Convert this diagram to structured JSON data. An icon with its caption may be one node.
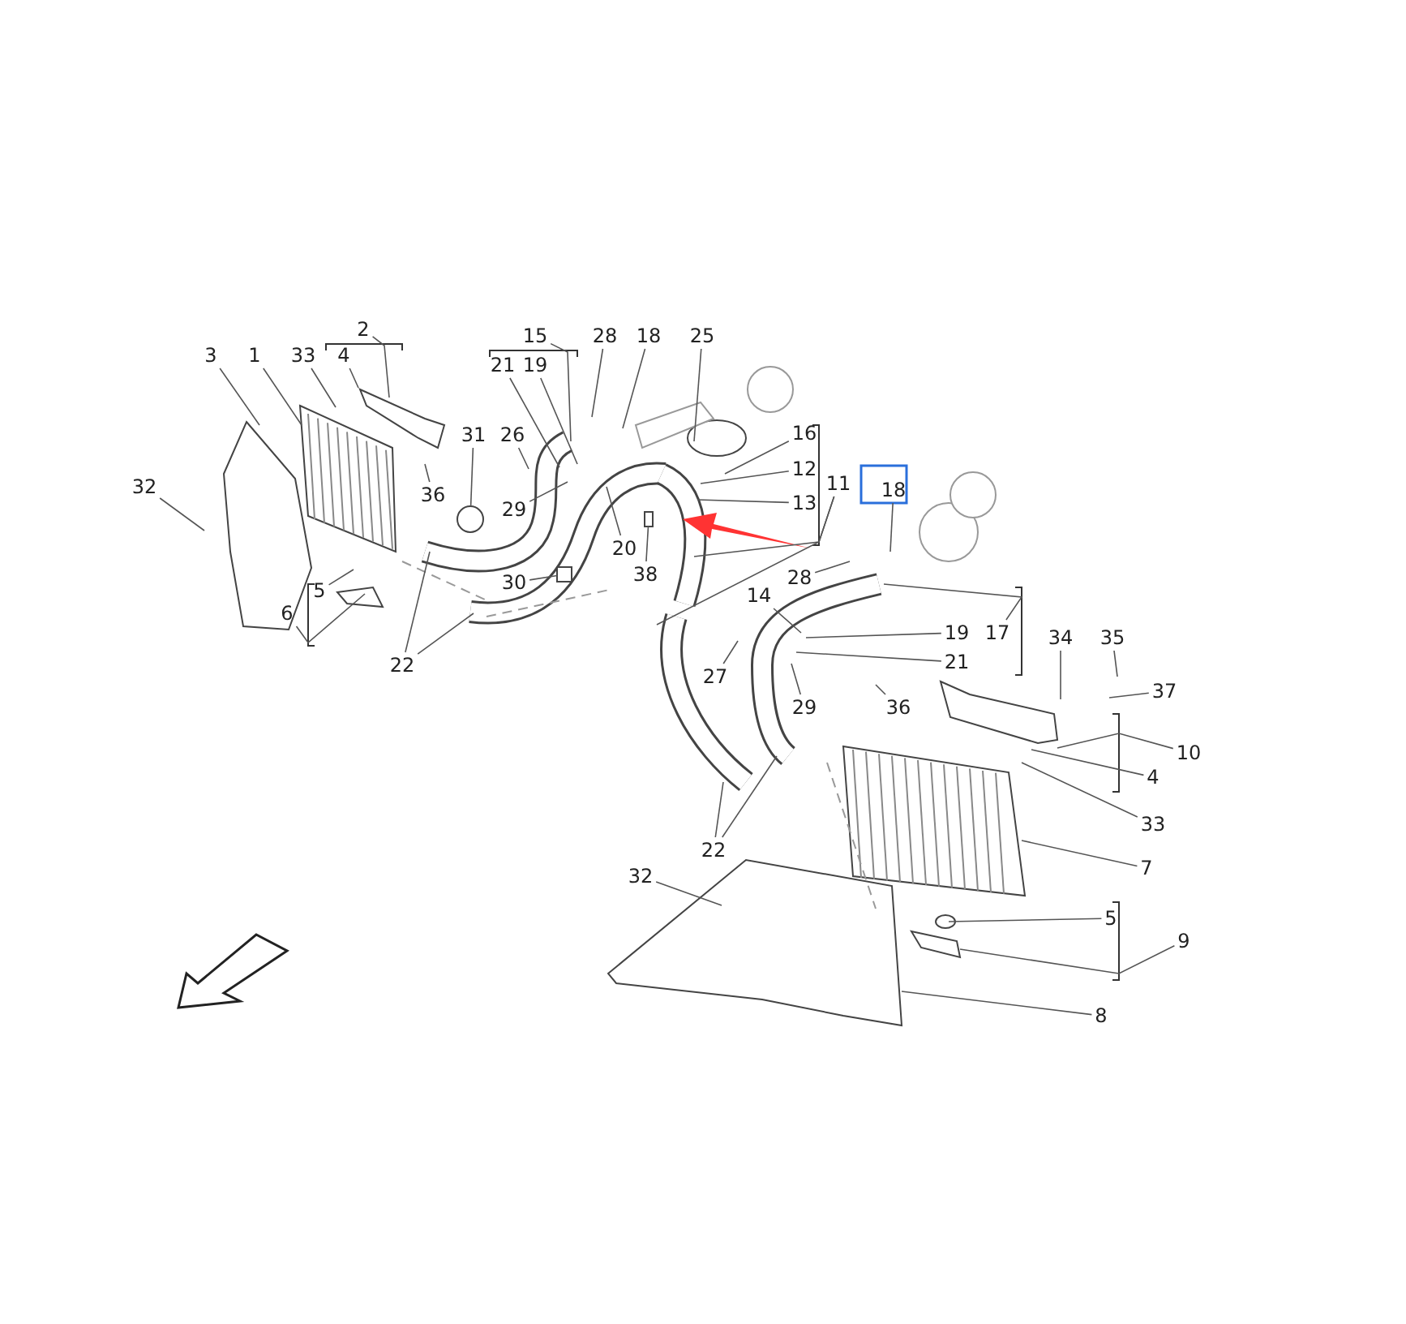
{
  "diagram": {
    "nodes": [
      {
        "text": [
          "3"
        ]
      },
      {
        "text": [
          "1"
        ]
      },
      {
        "text": [
          "33"
        ]
      },
      {
        "text": [
          "4"
        ]
      },
      {
        "text": [
          "21"
        ]
      },
      {
        "text": [
          "19"
        ]
      },
      {
        "text": [
          "28"
        ]
      },
      {
        "text": [
          "18"
        ]
      },
      {
        "text": [
          "25"
        ]
      },
      {
        "text": [
          "16"
        ]
      },
      {
        "text": [
          "31"
        ]
      },
      {
        "text": [
          "26"
        ]
      },
      {
        "text": [
          "12"
        ]
      },
      {
        "text": [
          "32"
        ]
      },
      {
        "text": [
          "18"
        ]
      },
      {
        "text": [
          "36"
        ]
      },
      {
        "text": [
          "13"
        ]
      },
      {
        "text": [
          "29"
        ]
      },
      {
        "text": [
          "20"
        ]
      },
      {
        "text": [
          "38"
        ]
      },
      {
        "text": [
          "28"
        ]
      },
      {
        "text": [
          "30"
        ]
      },
      {
        "text": [
          "5"
        ]
      },
      {
        "text": [
          "14"
        ]
      },
      {
        "text": [
          "19"
        ]
      },
      {
        "text": [
          "34"
        ]
      },
      {
        "text": [
          "35"
        ]
      },
      {
        "text": [
          "22"
        ]
      },
      {
        "text": [
          "21"
        ]
      },
      {
        "text": [
          "27"
        ]
      },
      {
        "text": [
          "37"
        ]
      },
      {
        "text": [
          "29"
        ]
      },
      {
        "text": [
          "36"
        ]
      },
      {
        "text": [
          "4"
        ]
      },
      {
        "text": [
          "33"
        ]
      },
      {
        "text": [
          "22"
        ]
      },
      {
        "text": [
          "7"
        ]
      },
      {
        "text": [
          "32"
        ]
      },
      {
        "text": [
          "5"
        ]
      },
      {
        "text": [
          "8"
        ]
      },
      {
        "text": [
          "2"
        ]
      },
      {
        "text": [
          "15"
        ]
      },
      {
        "text": [
          "11"
        ]
      },
      {
        "text": [
          "6"
        ]
      },
      {
        "text": [
          "17"
        ]
      },
      {
        "text": [
          "10"
        ]
      },
      {
        "text": [
          "9"
        ]
      },
      {
        "text": [],
        "shape": "circle"
      },
      {
        "text": [],
        "shape": "box"
      },
      {
        "text": [],
        "shape": "box"
      }
    ],
    "edges": [
      {
        "from": 0,
        "to": null,
        "arrow": "none"
      },
      {
        "from": 1,
        "to": null,
        "arrow": "none"
      },
      {
        "from": 2,
        "to": null,
        "arrow": "none"
      },
      {
        "from": 3,
        "to": null,
        "arrow": "none"
      },
      {
        "from": 4,
        "to": null,
        "arrow": "none"
      },
      {
        "from": 5,
        "to": null,
        "arrow": "none"
      },
      {
        "from": 6,
        "to": null,
        "arrow": "none"
      },
      {
        "from": 7,
        "to": null,
        "arrow": "none"
      },
      {
        "from": 8,
        "to": null,
        "arrow": "none"
      },
      {
        "from": 9,
        "to": null,
        "arrow": "none"
      },
      {
        "from": 10,
        "to": 47,
        "arrow": "none"
      },
      {
        "from": 11,
        "to": null,
        "arrow": "none"
      },
      {
        "from": 12,
        "to": null,
        "arrow": "none"
      },
      {
        "from": 13,
        "to": null,
        "arrow": "none"
      },
      {
        "from": 14,
        "to": null,
        "arrow": "none"
      },
      {
        "from": 15,
        "to": null,
        "arrow": "none"
      },
      {
        "from": 16,
        "to": null,
        "arrow": "none"
      },
      {
        "from": 17,
        "to": null,
        "arrow": "none"
      },
      {
        "from": 18,
        "to": null,
        "arrow": "none"
      },
      {
        "from": 19,
        "to": 48,
        "arrow": "none"
      },
      {
        "from": 20,
        "to": null,
        "arrow": "none"
      },
      {
        "from": 21,
        "to": 49,
        "arrow": "none"
      },
      {
        "from": 22,
        "to": null,
        "arrow": "none"
      },
      {
        "from": 23,
        "to": null,
        "arrow": "none"
      },
      {
        "from": 24,
        "to": null,
        "arrow": "none"
      },
      {
        "from": 25,
        "to": null,
        "arrow": "none"
      },
      {
        "from": 26,
        "to": null,
        "arrow": "none"
      },
      {
        "from": 27,
        "to": null,
        "arrow": "none"
      },
      {
        "from": 27,
        "to": null,
        "arrow": "none"
      },
      {
        "from": 28,
        "to": null,
        "arrow": "none"
      },
      {
        "from": 29,
        "to": null,
        "arrow": "none"
      },
      {
        "from": 30,
        "to": null,
        "arrow": "none"
      },
      {
        "from": 31,
        "to": null,
        "arrow": "none"
      },
      {
        "from": 32,
        "to": null,
        "arrow": "none"
      },
      {
        "from": 33,
        "to": null,
        "arrow": "none"
      },
      {
        "from": 34,
        "to": null,
        "arrow": "none"
      },
      {
        "from": 35,
        "to": null,
        "arrow": "none"
      },
      {
        "from": 35,
        "to": null,
        "arrow": "none"
      },
      {
        "from": 36,
        "to": null,
        "arrow": "none"
      },
      {
        "from": 37,
        "to": null,
        "arrow": "none"
      },
      {
        "from": 38,
        "to": null,
        "arrow": "none"
      },
      {
        "from": 39,
        "to": null,
        "arrow": "none"
      },
      {
        "from": 40,
        "to": null,
        "arrow": "none"
      },
      {
        "from": 41,
        "to": null,
        "arrow": "none"
      },
      {
        "from": 42,
        "to": null,
        "arrow": "none"
      },
      {
        "from": 42,
        "to": null,
        "arrow": "none"
      },
      {
        "from": 43,
        "to": null,
        "arrow": "none"
      },
      {
        "from": 44,
        "to": null,
        "arrow": "none"
      },
      {
        "from": 45,
        "to": null,
        "arrow": "none"
      },
      {
        "from": 46,
        "to": null,
        "arrow": "none"
      }
    ]
  }
}
